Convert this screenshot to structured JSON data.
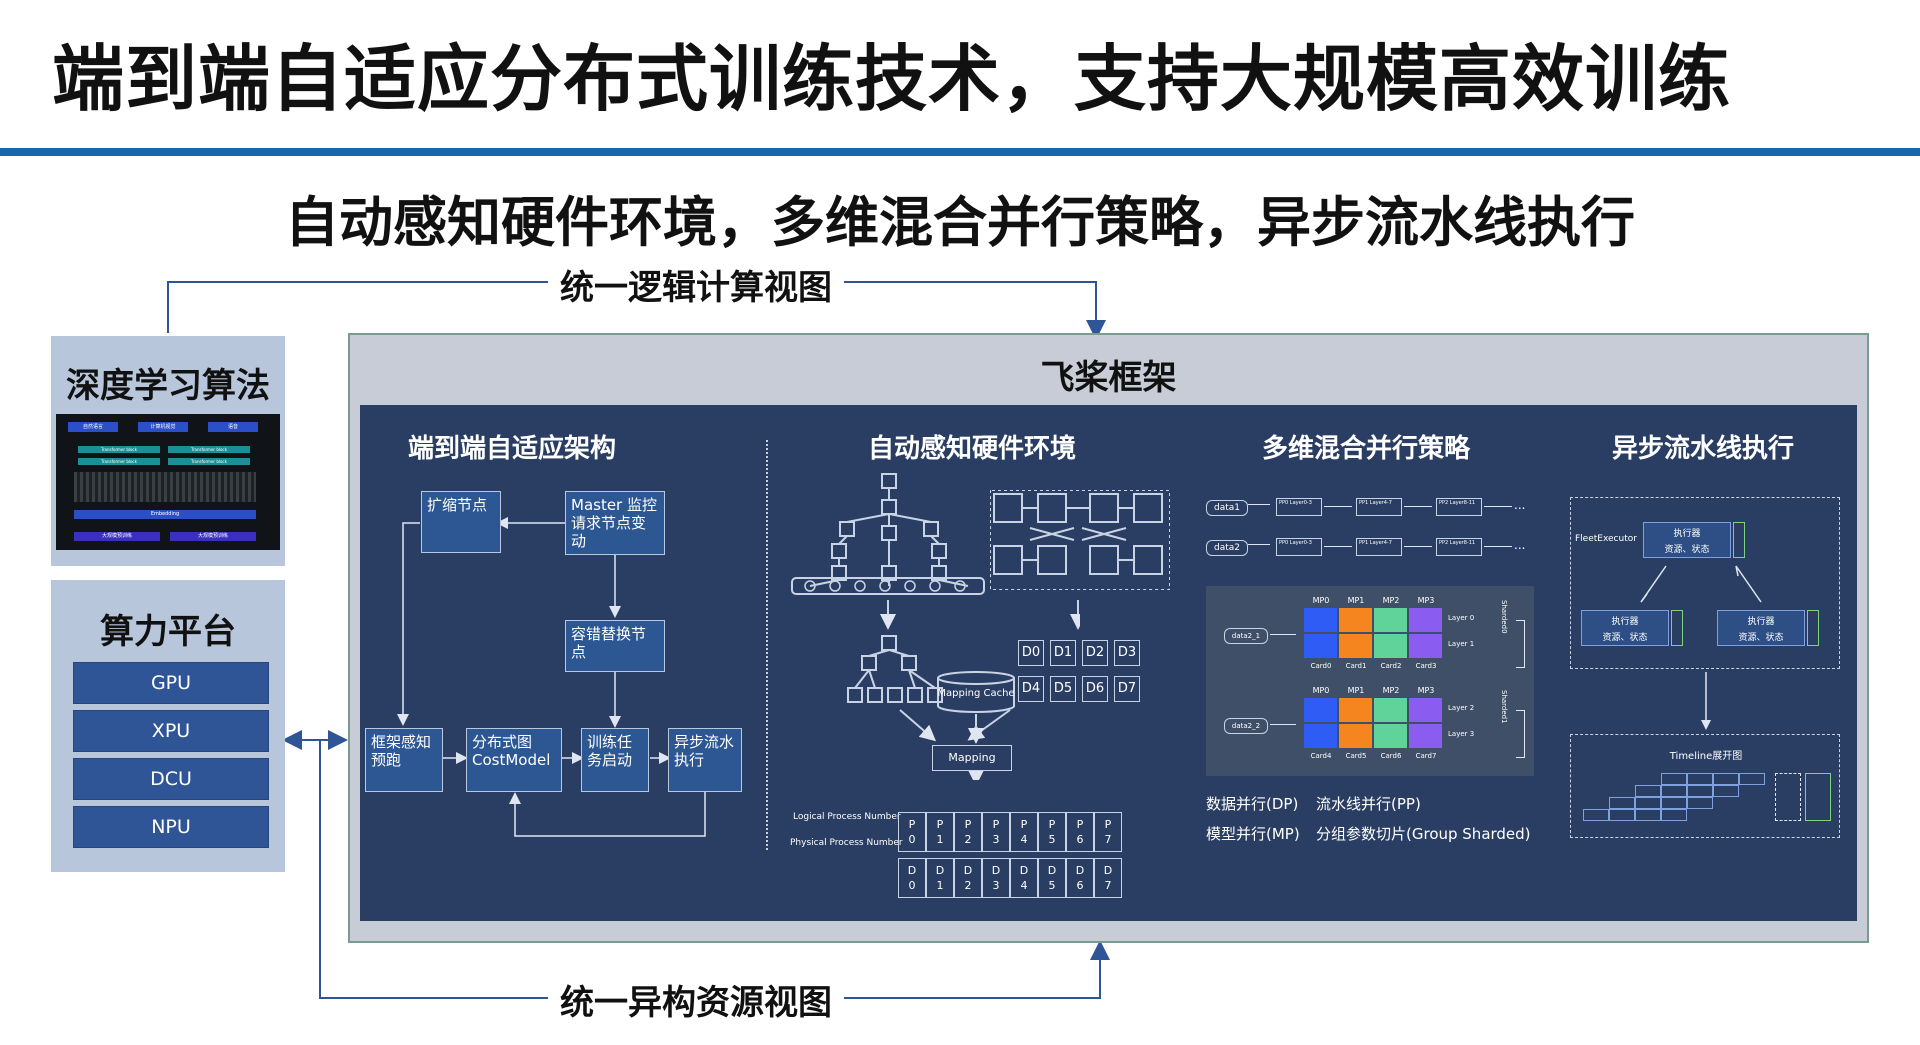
{
  "title": "端到端自适应分布式训练技术，支持大规模高效训练",
  "subtitle": "自动感知硬件环境，多维混合并行策略，异步流水线执行",
  "logical_view_label": "统一逻辑计算视图",
  "resource_view_label": "统一异构资源视图",
  "dl_panel": {
    "title": "深度学习算法",
    "thumbnail_labels": {
      "top": [
        "自然语言",
        "计算机视觉",
        "语音"
      ],
      "layers": [
        "Transformer block",
        "Transformer block",
        "Transformer block",
        "Transformer block"
      ],
      "embedding": "Embedding",
      "bottom": [
        "大规模预训练",
        "大规模预训练"
      ]
    }
  },
  "compute_panel": {
    "title": "算力平台",
    "items": [
      "GPU",
      "XPU",
      "DCU",
      "NPU"
    ]
  },
  "framework": {
    "title": "飞桨框架",
    "sections": {
      "arch": "端到端自适应架构",
      "hardware": "自动感知硬件环境",
      "parallel": "多维混合并行策略",
      "pipeline": "异步流水线执行"
    },
    "arch_boxes": {
      "scale": "扩缩节点",
      "master": "Master 监控请求节点变动",
      "fault": "容错替换节点",
      "perceive": "框架感知预跑",
      "costmodel": "分布式图CostModel",
      "launch": "训练任务启动",
      "async": "异步流水执行"
    },
    "hardware": {
      "mapping_cache": "Mapping Cache",
      "mapping": "Mapping",
      "devices": [
        "D0",
        "D1",
        "D2",
        "D3",
        "D4",
        "D5",
        "D6",
        "D7"
      ],
      "logical_label": "Logical Process Number",
      "physical_label": "Physical Process Number",
      "logical_cells": [
        "P\n0",
        "P\n1",
        "P\n2",
        "P\n3",
        "P\n4",
        "P\n5",
        "P\n6",
        "P\n7"
      ],
      "physical_cells": [
        "D\n0",
        "D\n1",
        "D\n2",
        "D\n3",
        "D\n4",
        "D\n5",
        "D\n6",
        "D\n7"
      ]
    },
    "parallel": {
      "data_rows": [
        {
          "data": "data1",
          "stages": [
            "PP0 Layer0-3",
            "PP1 Layer4-7",
            "PP2 Layer8-11"
          ]
        },
        {
          "data": "data2",
          "stages": [
            "PP0 Layer0-3",
            "PP1 Layer4-7",
            "PP2 Layer8-11"
          ]
        }
      ],
      "ellipsis": "...",
      "mp_headers": [
        "MP0",
        "MP1",
        "MP2",
        "MP3"
      ],
      "group0": {
        "data": "data2_1",
        "layers": [
          "Layer 0",
          "Layer 1"
        ],
        "cards": [
          "Card0",
          "Card1",
          "Card2",
          "Card3"
        ],
        "sharded": "Sharded0"
      },
      "group1": {
        "data": "data2_2",
        "layers": [
          "Layer 2",
          "Layer 3"
        ],
        "cards": [
          "Card4",
          "Card5",
          "Card6",
          "Card7"
        ],
        "sharded": "Sharded1"
      },
      "mp_colors": [
        "#2f5cf5",
        "#f5861f",
        "#5fd39a",
        "#8a5cf0"
      ],
      "legend": [
        "数据并行(DP)",
        "流水线并行(PP)",
        "模型并行(MP)",
        "分组参数切片(Group Sharded)"
      ]
    },
    "pipeline": {
      "fleet_executor": "FleetExecutor",
      "executor": "执行器",
      "executor_sub": "资源、状态",
      "timeline": "Timeline展开图"
    }
  }
}
